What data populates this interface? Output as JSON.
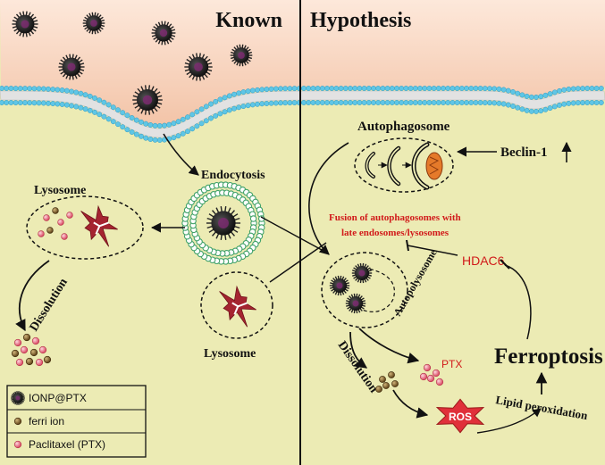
{
  "panels": {
    "left_title": "Known",
    "right_title": "Hypothesis"
  },
  "labels": {
    "endocytosis": "Endocytosis",
    "lysosome_top": "Lysosome",
    "lysosome_bottom": "Lysosome",
    "dissolution_left": "Dissolution",
    "autophagosome": "Autophagosome",
    "beclin": "Beclin-1",
    "fusion_line1": "Fusion of autophagosomes with",
    "fusion_line2": "late endosomes/lysosomes",
    "hdac6": "HDAC6",
    "autopolysosome": "Autopolysosome",
    "dissolution_right": "Dissolution",
    "ptx": "PTX",
    "ferroptosis": "Ferroptosis",
    "ros": "ROS",
    "lipid": "Lipid peroxidation"
  },
  "legend": [
    {
      "key": "ionp",
      "label": "IONP@PTX"
    },
    {
      "key": "ferri",
      "label": "ferri ion"
    },
    {
      "key": "ptx",
      "label": "Paclitaxel (PTX)"
    }
  ],
  "colors": {
    "extracellular": "#f3c8ad",
    "cytoplasm": "#ecebb4",
    "membrane_head": "#5fc6e6",
    "membrane_core": "#e2e2e2",
    "lysosome": "#a52430",
    "ptx_ball": "#e25a72",
    "ferri_ion": "#7a5a28",
    "nanoparticle": "#2a2a2a",
    "nanoparticle_core": "#7a2a6e",
    "ros": "#e0303a",
    "accent_red": "#d11a1a"
  }
}
